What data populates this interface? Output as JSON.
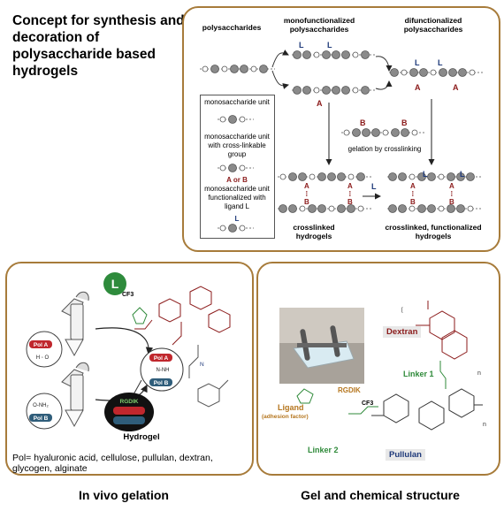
{
  "title": "Concept for synthesis and decoration of polysaccharide based hydrogels",
  "top_panel": {
    "col_polysaccharides": "polysaccharides",
    "col_mono": "monofunctionalized polysaccharides",
    "col_di": "difunctionalized polysaccharides",
    "gelation": "gelation by crosslinking",
    "crosslinked": "crosslinked hydrogels",
    "crosslinked_func": "crosslinked, functionalized hydrogels",
    "letter_A": "A",
    "letter_B": "B",
    "letter_L": "L"
  },
  "legend": {
    "item1": "monosaccharide unit",
    "item2": "monosaccharide unit with cross-linkable group",
    "item2_or": "A or B",
    "item3": "monosaccharide unit functionalized with ligand L",
    "item3_L": "L"
  },
  "bottom_left": {
    "badge": "L",
    "pol_a": "Pol A",
    "pol_b": "Pol B",
    "rgdik": "RGDIK",
    "hydrogel": "Hydrogel",
    "pol_note": "Pol= hyaluronic acid, cellulose, pullulan, dextran, glycogen, alginate",
    "cf3": "CF3",
    "caption": "In vivo gelation"
  },
  "bottom_right": {
    "dextran": "Dextran",
    "pullulan": "Pullulan",
    "linker1": "Linker 1",
    "linker2": "Linker 2",
    "rgdik": "RGDIK",
    "ligand": "Ligand",
    "adhesion": "(adhesion factor)",
    "cf3": "CF3",
    "caption": "Gel and chemical structure"
  },
  "colors": {
    "border": "#a77b3a",
    "red": "#8b1a1a",
    "blue": "#1f3a7a",
    "green": "#2f8a3a",
    "gray_bead": "#888888"
  }
}
